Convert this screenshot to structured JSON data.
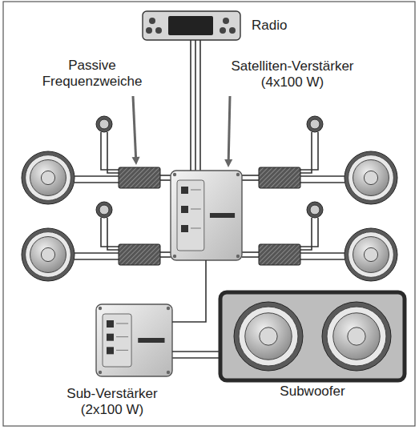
{
  "diagram": {
    "nodes": [
      {
        "text": [
          "Radio"
        ]
      },
      {
        "text": [
          "Satelliten-Verstärker (4x100 W)"
        ]
      },
      {
        "text": [
          "Sub-Verstärker (2x100 W)"
        ]
      },
      {
        "text": [
          "Subwoofer"
        ]
      }
    ],
    "edges": [
      {
        "from": 0,
        "to": 1,
        "arrow": "none"
      },
      {
        "from": 1,
        "to": 2,
        "arrow": "none"
      },
      {
        "from": 2,
        "to": 3,
        "arrow": "none"
      }
    ],
    "labels": [
      "Passive Frequenzweiche"
    ]
  }
}
